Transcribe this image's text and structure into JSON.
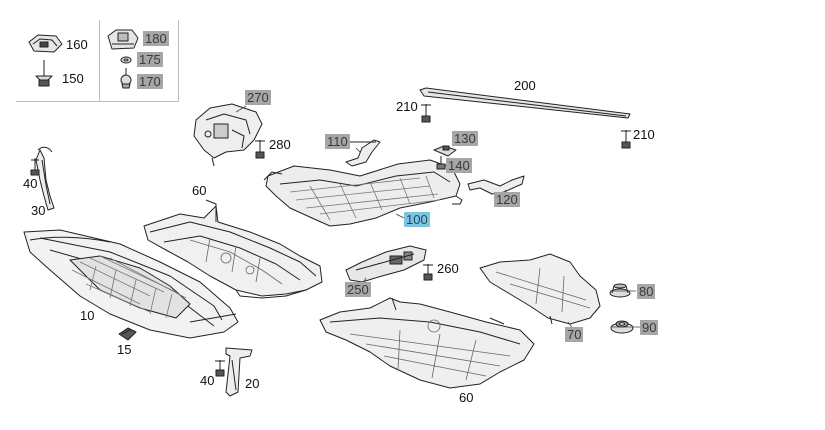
{
  "labels": {
    "l10": "10",
    "l15": "15",
    "l20": "20",
    "l30": "30",
    "l40a": "40",
    "l40b": "40",
    "l60a": "60",
    "l60b": "60",
    "l70": "70",
    "l80": "80",
    "l90": "90",
    "l100": "100",
    "l110": "110",
    "l120": "120",
    "l130": "130",
    "l140": "140",
    "l150": "150",
    "l160": "160",
    "l170": "170",
    "l175": "175",
    "l180": "180",
    "l200": "200",
    "l210a": "210",
    "l210b": "210",
    "l250": "250",
    "l260": "260",
    "l270": "270",
    "l280": "280"
  },
  "colors": {
    "highlight": "#a6a6a6",
    "selected": "#7fc4df",
    "line": "#222222"
  },
  "icons": [
    "clip-160-icon",
    "bolt-150-icon",
    "nut-180-icon",
    "washer-175-icon",
    "screw-170-icon"
  ]
}
